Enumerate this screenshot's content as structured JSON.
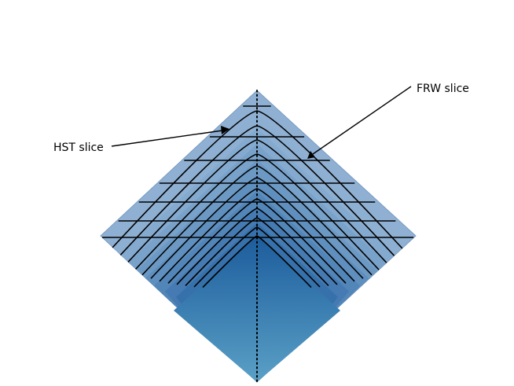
{
  "labels": {
    "hst_slice": "HST slice",
    "frw_slice": "FRW slice"
  },
  "colors": {
    "background": "#ffffff",
    "diamond_light": "#8fb0d3",
    "diamond_mid": "#4f86b8",
    "diamond_dark": "#1f5e9c",
    "diamond_bottom": "#5aa0c6",
    "slice_line": "#000000",
    "axis_dots": "#000000"
  },
  "diagram": {
    "type": "penrose-diamond",
    "slice_families": [
      "HST",
      "FRW"
    ],
    "central_axis": "dotted-vertical"
  }
}
